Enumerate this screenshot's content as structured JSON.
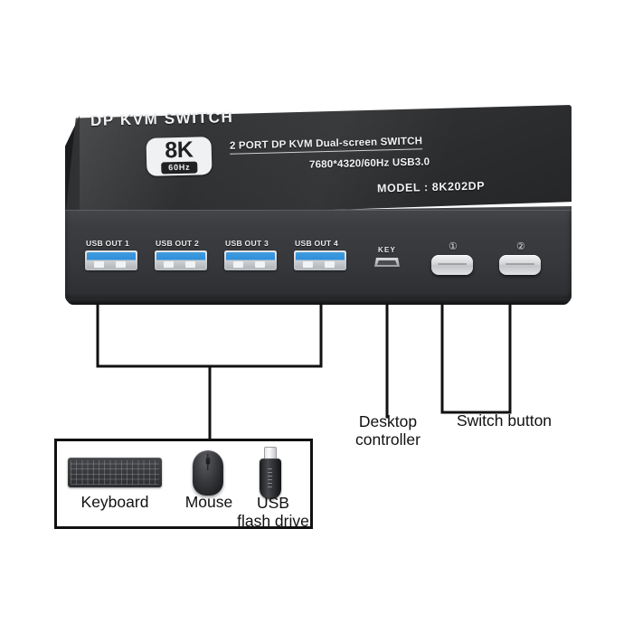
{
  "device": {
    "brand_text": "DP KVM SWITCH",
    "spec_line_1": "2 PORT DP KVM Dual-screen SWITCH",
    "spec_line_2": "7680*4320/60Hz  USB3.0",
    "model_line": "MODEL : 8K202DP",
    "badge": {
      "resolution": "8K",
      "refresh": "60Hz"
    },
    "usb_ports": [
      {
        "label": "USB OUT 1"
      },
      {
        "label": "USB OUT 2"
      },
      {
        "label": "USB OUT 3"
      },
      {
        "label": "USB OUT 4"
      }
    ],
    "key_port": {
      "label": "KEY"
    },
    "switch_buttons": [
      {
        "marker": "①"
      },
      {
        "marker": "②"
      }
    ]
  },
  "callouts": {
    "desktop_controller": "Desktop\ncontroller",
    "desktop_controller_line1": "Desktop",
    "desktop_controller_line2": "controller",
    "switch_button": "Switch button"
  },
  "peripherals": {
    "items": [
      {
        "label": "Keyboard",
        "icon": "keyboard-icon"
      },
      {
        "label": "Mouse",
        "icon": "mouse-icon"
      },
      {
        "label": "USB\nflash drive",
        "label_line1": "USB",
        "label_line2": "flash drive",
        "icon": "usb-flash-drive-icon"
      }
    ]
  },
  "colors": {
    "device_body": "#37383c",
    "device_top": "#313234",
    "usb_blue": "#2f8fd8",
    "badge_bg": "#f0f1f2",
    "line": "#111111",
    "background": "#ffffff"
  }
}
